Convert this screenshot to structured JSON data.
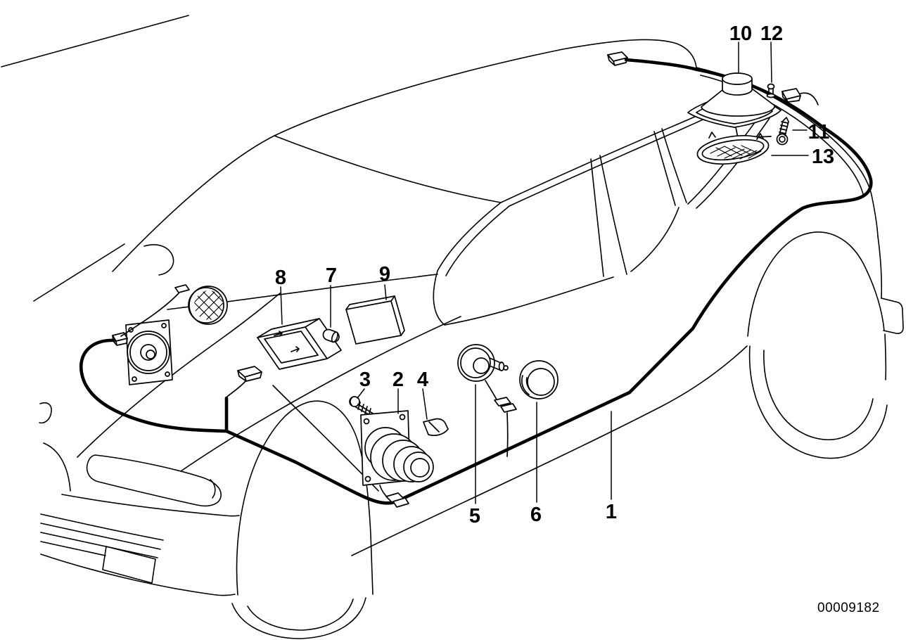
{
  "diagram": {
    "kind": "vehicle-audio-parts-diagram",
    "image_id": "00009182",
    "colors": {
      "line": "#000000",
      "background": "#ffffff"
    },
    "callouts": [
      {
        "label": "1"
      },
      {
        "label": "2"
      },
      {
        "label": "3"
      },
      {
        "label": "4"
      },
      {
        "label": "5"
      },
      {
        "label": "6"
      },
      {
        "label": "7"
      },
      {
        "label": "8"
      },
      {
        "label": "9"
      },
      {
        "label": "10"
      },
      {
        "label": "11"
      },
      {
        "label": "12"
      },
      {
        "label": "13"
      }
    ]
  }
}
